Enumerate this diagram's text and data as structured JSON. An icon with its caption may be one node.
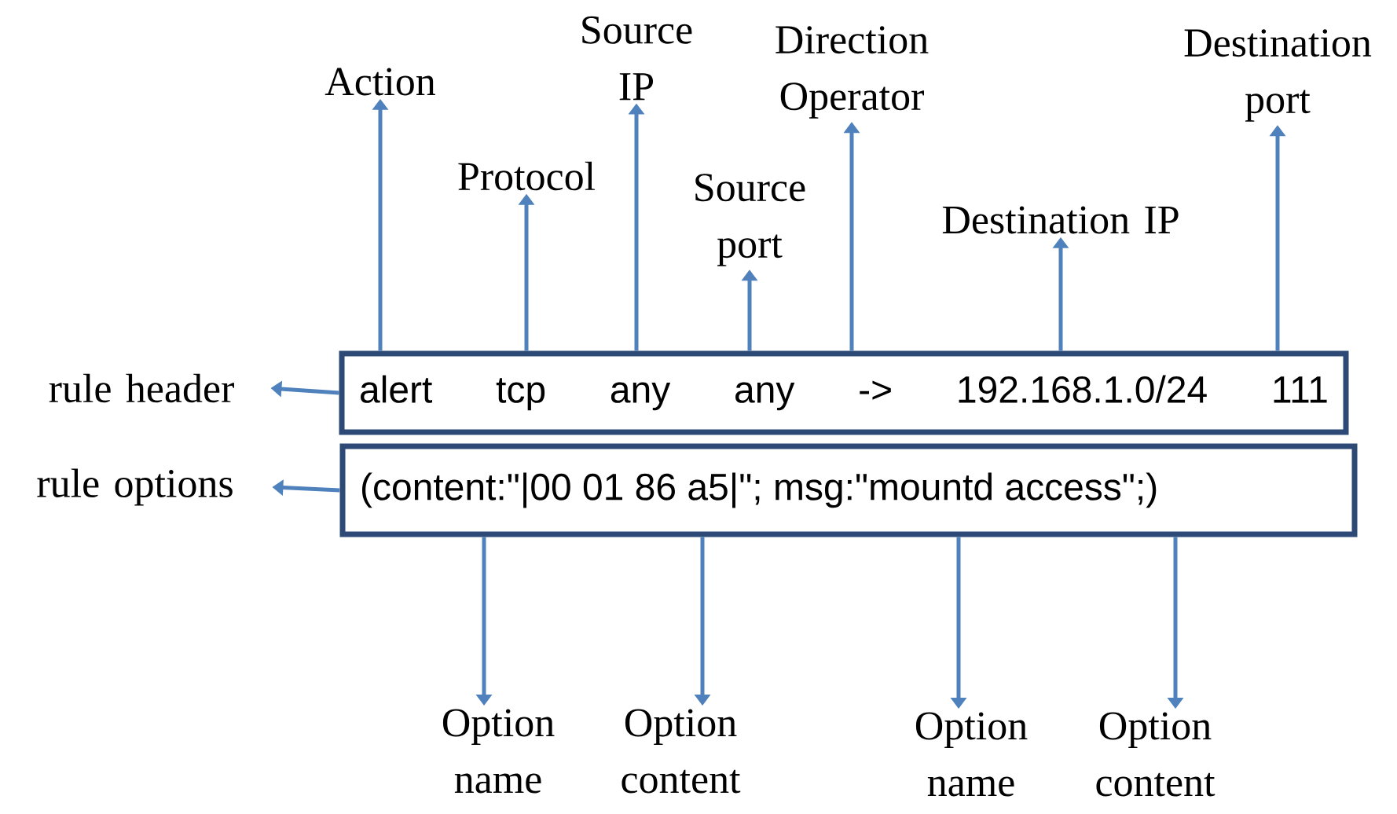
{
  "diagram": {
    "nodes": [
      {
        "text": [
          "Action"
        ]
      },
      {
        "text": [
          "Source IP"
        ]
      },
      {
        "text": [
          "Direction Operator"
        ]
      },
      {
        "text": [
          "Destination port"
        ]
      },
      {
        "text": [
          "Protocol"
        ]
      },
      {
        "text": [
          "Source port"
        ]
      },
      {
        "text": [
          "Destination IP"
        ]
      },
      {
        "text": [
          "rule header"
        ]
      },
      {
        "text": [
          "alert tcp any any -> 192.168.1.0/24 111"
        ]
      },
      {
        "text": [
          "rule options"
        ]
      },
      {
        "text": [
          "(content:\"|00 01 86 a5|\"; msg:\"mountd access\";)"
        ]
      },
      {
        "text": [
          "Option name"
        ]
      },
      {
        "text": [
          "Option content"
        ]
      },
      {
        "text": [
          "Option name"
        ]
      },
      {
        "text": [
          "Option content"
        ]
      }
    ],
    "edges": [
      {
        "from": 8,
        "to": 0,
        "arrow": "to"
      },
      {
        "from": 8,
        "to": 4,
        "arrow": "to"
      },
      {
        "from": 8,
        "to": 1,
        "arrow": "to"
      },
      {
        "from": 8,
        "to": 5,
        "arrow": "to"
      },
      {
        "from": 8,
        "to": 2,
        "arrow": "to"
      },
      {
        "from": 8,
        "to": 6,
        "arrow": "to"
      },
      {
        "from": 8,
        "to": 3,
        "arrow": "to"
      },
      {
        "from": 8,
        "to": 7,
        "arrow": "to"
      },
      {
        "from": 10,
        "to": 9,
        "arrow": "to"
      },
      {
        "from": 10,
        "to": 11,
        "arrow": "to"
      },
      {
        "from": 10,
        "to": 12,
        "arrow": "to"
      },
      {
        "from": 10,
        "to": 13,
        "arrow": "to"
      },
      {
        "from": 10,
        "to": 14,
        "arrow": "to"
      }
    ]
  }
}
